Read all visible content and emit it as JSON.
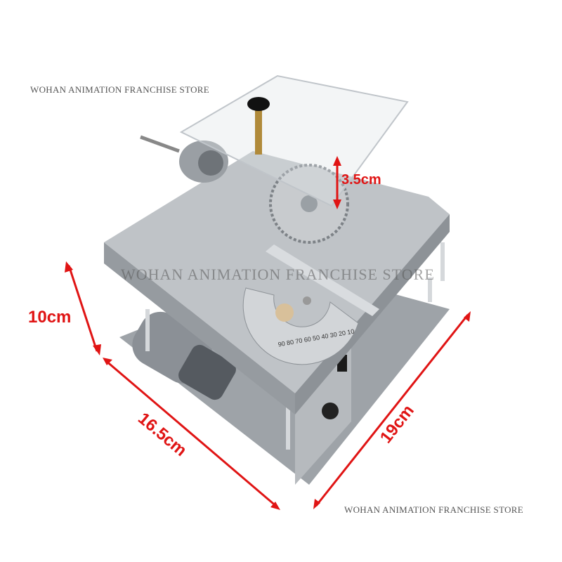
{
  "watermarks": {
    "top_left": "WOHAN ANIMATION FRANCHISE STORE",
    "center": "WOHAN ANIMATION FRANCHISE STORE",
    "bottom_right": "WOHAN ANIMATION FRANCHISE STORE"
  },
  "dimensions": {
    "blade_height": "3.5cm",
    "height": "10cm",
    "width": "16.5cm",
    "depth": "19cm"
  },
  "protractor_scale": "90 80 70 60 50 40 30 20 10",
  "colors": {
    "annotation": "#e01414",
    "body": "#a9adb2"
  }
}
